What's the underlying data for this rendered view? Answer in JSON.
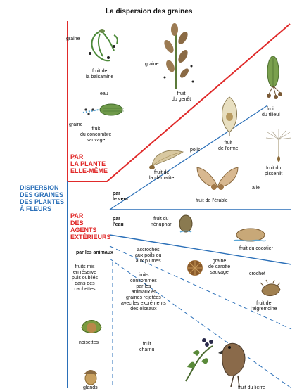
{
  "title": "La dispersion des graines",
  "main_label": [
    "DISPERSION",
    "DES GRAINES",
    "DES PLANTES",
    "À FLEURS"
  ],
  "plant_itself": {
    "heading": [
      "PAR",
      "LA PLANTE",
      "ELLE-MÊME"
    ],
    "balsamine": {
      "label_seed": "graine",
      "caption": [
        "fruit de",
        "la balsamine"
      ]
    },
    "genet": {
      "label_seed": "graine",
      "caption": [
        "fruit",
        "du genêt"
      ]
    },
    "concombre": {
      "label_water": "eau",
      "label_seed": "graine",
      "caption": [
        "fruit",
        "du concombre",
        "sauvage"
      ]
    }
  },
  "external": {
    "heading": [
      "PAR",
      "DES",
      "AGENTS",
      "EXTÉRIEURS"
    ],
    "wind": {
      "label": [
        "par",
        "le vent"
      ],
      "orme": [
        "fruit",
        "de l'orme"
      ],
      "tilleul": [
        "fruit",
        "du tilleul"
      ],
      "pissenlit": [
        "fruit du",
        "pissenlit"
      ],
      "clematite": [
        "fruit de",
        "la clématite"
      ],
      "poils": "poils",
      "aile": "aile",
      "erable": "fruit de l'érable"
    },
    "water": {
      "label": [
        "par",
        "l'eau"
      ],
      "nenuphar": [
        "fruit du",
        "nénuphar"
      ],
      "cocotier": "fruit du cocotier"
    },
    "animals": {
      "label": "par les animaux",
      "attached": [
        "accrochés",
        "aux poils ou",
        "aux plumes"
      ],
      "carotte": [
        "graine",
        "de carotte",
        "sauvage"
      ],
      "crochet": "crochet",
      "aigremoine": [
        "fruit de",
        "l'aigremoine"
      ],
      "reserve": [
        "fruits mis",
        "en réserve",
        "puis oubliés",
        "dans des",
        "cachettes"
      ],
      "consumed": [
        "fruits",
        "consommés",
        "par les",
        "animaux et",
        "graines rejetées",
        "avec les excréments",
        "des oiseaux"
      ],
      "noisettes": "noisettes",
      "glands": "glands",
      "chamu": [
        "fruit",
        "charnu"
      ],
      "lierre": "fruit du lierre"
    }
  }
}
